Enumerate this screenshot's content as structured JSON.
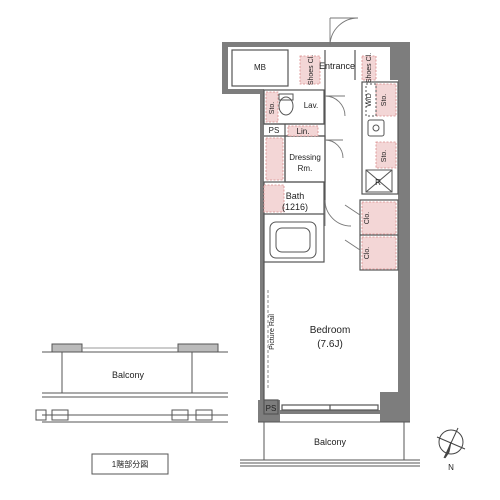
{
  "rooms": {
    "mb": "MB",
    "entrance": "Entrance",
    "shoe_left": "Shoes Cl.",
    "shoe_right": "Shoes Cl.",
    "lav": "Lav.",
    "sto_lav": "Sto.",
    "ps_top": "PS",
    "lin": "Lin.",
    "dressing": "Dressing",
    "dressing_rm": "Rm.",
    "wd": "W/D",
    "sto_wd": "Sto.",
    "sto_kitchen": "Sto.",
    "fridge": "R",
    "bath": "Bath",
    "bath_size": "(1216)",
    "clo_upper": "Clo.",
    "clo_lower": "Clo.",
    "bedroom": "Bedroom",
    "bedroom_size": "(7.6J)",
    "picture_rail": "Picture Rail",
    "ps_bottom": "PS",
    "balcony_main": "Balcony",
    "balcony_key": "Balcony"
  },
  "key_plan_label": "1階部分図",
  "compass_label": "N",
  "colors": {
    "wall": "#7d7d7d",
    "storage": "#f3d6d6",
    "storage_edge": "#d98a8a",
    "line": "#555555"
  }
}
